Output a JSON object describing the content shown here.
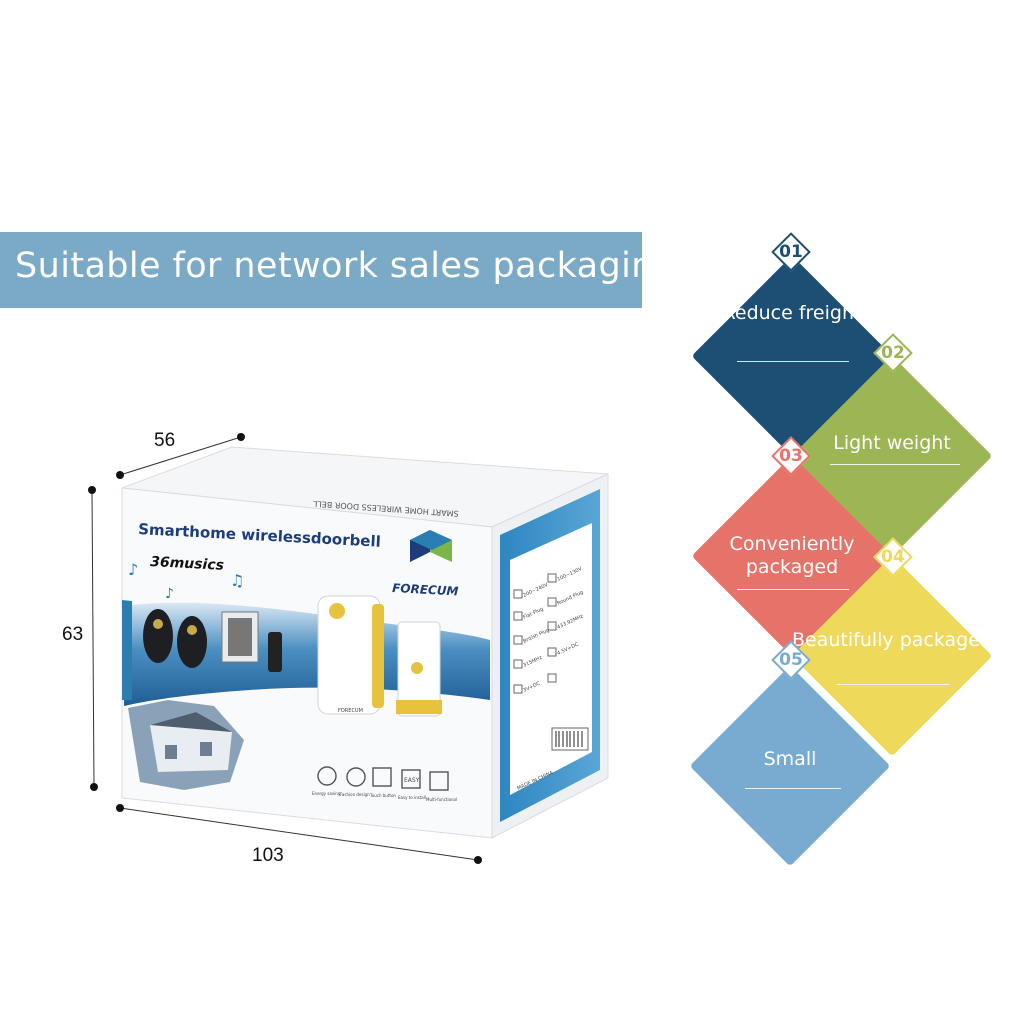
{
  "banner": {
    "title": "Suitable for network sales packaging"
  },
  "dimensions": {
    "width": "56",
    "height": "63",
    "length": "103"
  },
  "box": {
    "headline": "Smarthome wirelessdoorbell",
    "musics": "36musics",
    "brand": "FORECUM",
    "top_text": "SMART HOME WIRELESS DOOR BELL",
    "feature_labels": [
      "Energy saving",
      "Fashion design",
      "Touch button",
      "Easy to install",
      "Multi-functional"
    ],
    "easy_badge": "EASY",
    "spec_options": [
      "200~240V",
      "100~130V",
      "Flat Plug",
      "Round Plug",
      "British Plug",
      "433.92MHz",
      "315MHz",
      "4.5V+DC",
      "3V+DC"
    ],
    "made_in": "MADE IN CHINA",
    "small_brand": "FORECUM",
    "colors": {
      "blue": "#2a7fb0",
      "yellow": "#e7c23c",
      "brand_blue": "#1c3c7c"
    }
  },
  "features": [
    {
      "number": "01",
      "label": "Reduce freight",
      "color": "#1d4e73"
    },
    {
      "number": "02",
      "label": "Light weight",
      "color": "#9cb555"
    },
    {
      "number": "03",
      "label": "Conveniently packaged",
      "color": "#e5736a"
    },
    {
      "number": "04",
      "label": "Beautifully packaged",
      "color": "#efd95a"
    },
    {
      "number": "05",
      "label": "Small",
      "color": "#78abcf"
    }
  ]
}
